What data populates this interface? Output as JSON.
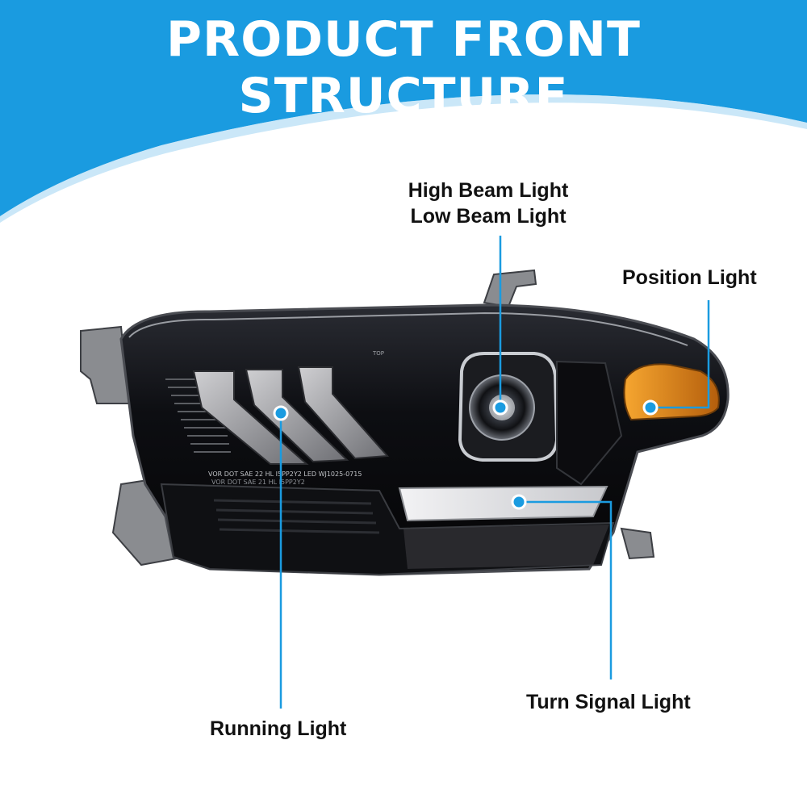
{
  "banner": {
    "title": "PRODUCT FRONT STRUCTURE",
    "color": "#1a9be0"
  },
  "product": {
    "icon": "car-headlight",
    "lens_markings": {
      "line1": "VOR DOT SAE 22 HL I5PP2Y2 LED WJ1025-0715",
      "line2": "VOR DOT SAE 21 HL I5PP2Y2",
      "top_mark": "TOP"
    }
  },
  "callouts": {
    "high_beam": "High Beam Light",
    "low_beam": "Low Beam Light",
    "position": "Position Light",
    "turn_signal": "Turn Signal Light",
    "running": "Running Light"
  },
  "colors": {
    "accent": "#1a9be0",
    "housing": "#0b0c10",
    "amber": "#e0881a",
    "text": "#111111"
  }
}
